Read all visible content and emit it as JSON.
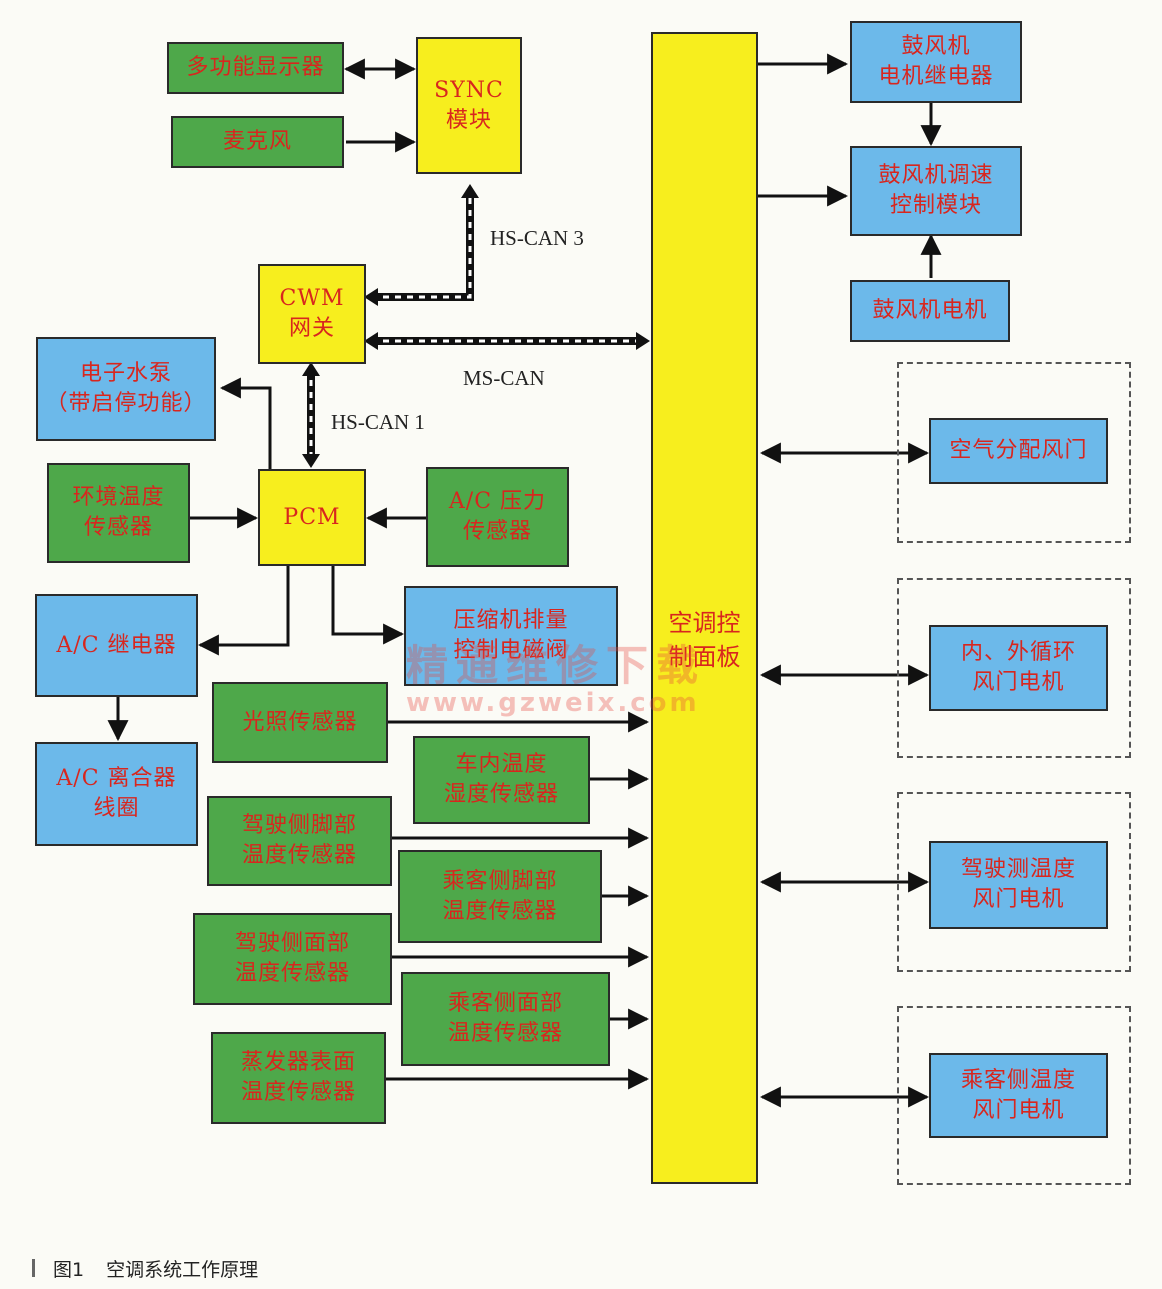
{
  "nodes": {
    "multi_display": "多功能显示器",
    "microphone": "麦克风",
    "sync_module": "SYNC\n模块",
    "cwm_gateway": "CWM\n网关",
    "electric_pump": "电子水泵\n（带启停功能）",
    "ambient_temp_sensor": "环境温度\n传感器",
    "pcm": "PCM",
    "ac_pressure_sensor": "A/C 压力\n传感器",
    "ac_relay": "A/C 继电器",
    "compressor_valve": "压缩机排量\n控制电磁阀",
    "ac_clutch_coil": "A/C 离合器\n线圈",
    "sunlight_sensor": "光照传感器",
    "cabin_temp_sensor": "车内温度\n湿度传感器",
    "driver_foot_sensor": "驾驶侧脚部\n温度传感器",
    "passenger_foot_sensor": "乘客侧脚部\n温度传感器",
    "driver_face_sensor": "驾驶侧面部\n温度传感器",
    "passenger_face_sensor": "乘客侧面部\n温度传感器",
    "evaporator_sensor": "蒸发器表面\n温度传感器",
    "hvac_panel": "空调控\n制面板",
    "blower_relay": "鼓风机\n电机继电器",
    "blower_speed_module": "鼓风机调速\n控制模块",
    "blower_motor": "鼓风机电机",
    "air_dist_door": "空气分配风门",
    "recirc_door_motor": "内、外循环\n风门电机",
    "driver_temp_door_motor": "驾驶测温度\n风门电机",
    "passenger_temp_door_motor": "乘客侧温度\n风门电机"
  },
  "buses": {
    "hs_can3": "HS-CAN 3",
    "ms_can": "MS-CAN",
    "hs_can1": "HS-CAN 1"
  },
  "watermark": {
    "text": "精通维修下载",
    "url": "www.gzweix.com"
  },
  "caption": {
    "figure": "图1",
    "title": "空调系统工作原理"
  },
  "colors": {
    "input": "#4ea84a",
    "output": "#6cb9ea",
    "module": "#f7ee1e",
    "label_text": "#d8261e"
  }
}
